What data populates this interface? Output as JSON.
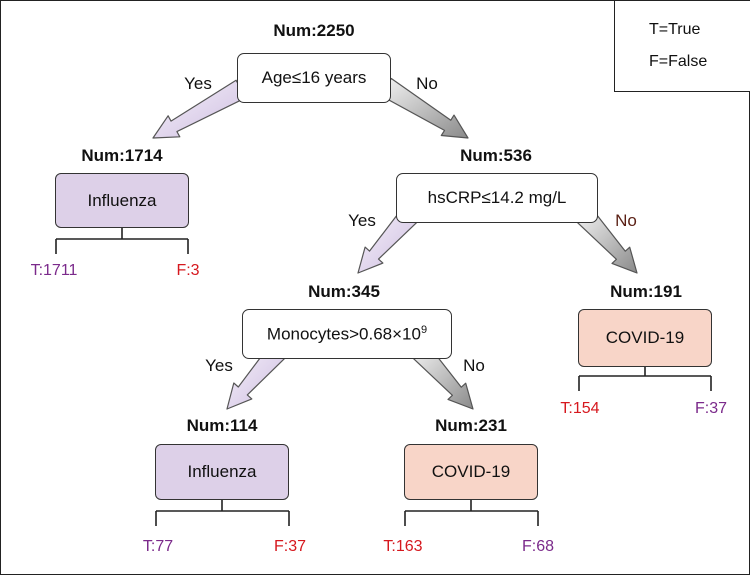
{
  "legend": {
    "true_label": "T=True",
    "false_label": "F=False"
  },
  "root": {
    "num": "Num:2250",
    "condition": "Age≤16 years",
    "yes": "Yes",
    "no": "No"
  },
  "left_leaf": {
    "num": "Num:1714",
    "label": "Influenza",
    "t": "T:1711",
    "f": "F:3"
  },
  "node2": {
    "num": "Num:536",
    "condition": "hsCRP≤14.2 mg/L",
    "yes": "Yes",
    "no": "No"
  },
  "node3": {
    "num": "Num:345",
    "condition_base": "Monocytes>0.68×10",
    "condition_exp": "9",
    "yes": "Yes",
    "no": "No"
  },
  "leaf_191": {
    "num": "Num:191",
    "label": "COVID-19",
    "t": "T:154",
    "f": "F:37"
  },
  "leaf_114": {
    "num": "Num:114",
    "label": "Influenza",
    "t": "T:77",
    "f": "F:37"
  },
  "leaf_231": {
    "num": "Num:231",
    "label": "COVID-19",
    "t": "T:163",
    "f": "F:68"
  },
  "colors": {
    "influenza": "#ddd0e8",
    "covid": "#f8d5c8",
    "true_purple": "#7b2a8b",
    "false_red": "#d6181e"
  }
}
